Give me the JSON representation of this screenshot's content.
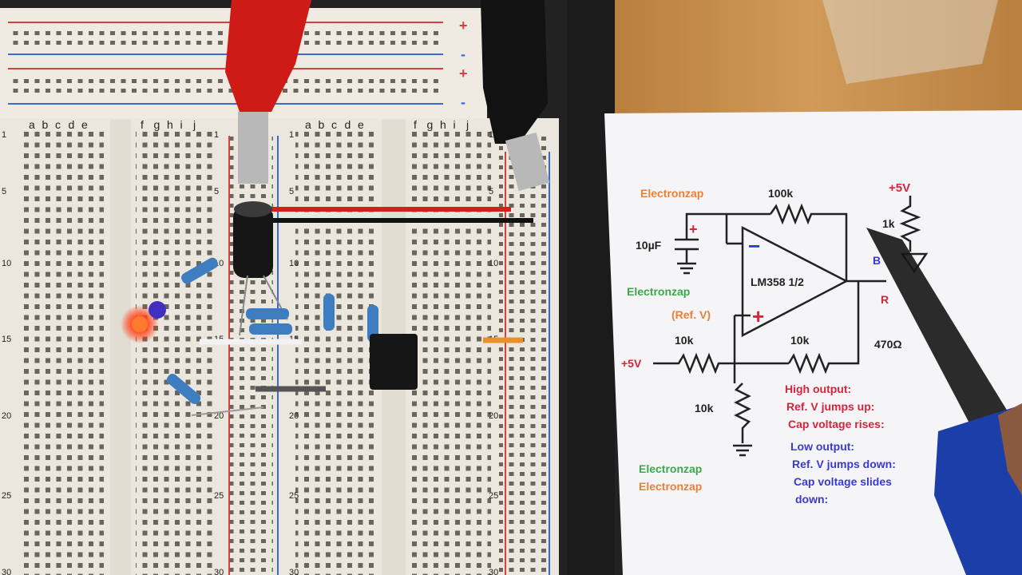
{
  "breadboard": {
    "column_letters_left": [
      "a",
      "b",
      "c",
      "d",
      "e"
    ],
    "column_letters_right": [
      "f",
      "g",
      "h",
      "i",
      "j"
    ],
    "row_numbers": [
      "1",
      "5",
      "10",
      "15",
      "20",
      "25",
      "30"
    ],
    "rail_plus": "+",
    "rail_minus": "-"
  },
  "schematic": {
    "watermark": "Electronzap",
    "supply_top": "+5V",
    "supply_left": "+5V",
    "feedback_resistor": "100k",
    "cap_value": "10µF",
    "opamp_label": "LM358 1/2",
    "minus_sign": "−",
    "plus_sign": "+",
    "divider_top": "10k",
    "divider_right": "10k",
    "divider_bottom": "10k",
    "led_resistor_top": "1k",
    "led_resistor_bottom": "470Ω",
    "ref_v": "(Ref. V)",
    "led_b": "B",
    "led_r": "R",
    "high_lines": [
      "High output:",
      "Ref. V jumps up:",
      "Cap voltage rises:"
    ],
    "low_lines": [
      "Low output:",
      "Ref. V jumps down:",
      "Cap voltage slides",
      "down:"
    ]
  },
  "colors": {
    "orange": "#e8803a",
    "green": "#3aa84a",
    "red": "#d6243c",
    "blue": "#3a3ad0",
    "board": "#eeeae0",
    "wood": "#c8914e"
  }
}
